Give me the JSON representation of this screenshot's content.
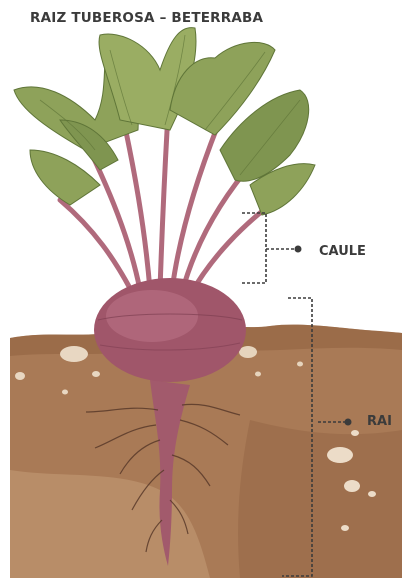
{
  "title": "RAIZ TUBEROSA – BETERRABA",
  "labels": {
    "stem": "CAULE",
    "root": "RAI"
  },
  "colors": {
    "leaf": "#8ea25a",
    "leaf_dark": "#6d8544",
    "stem": "#b06a7c",
    "beet": "#a0566a",
    "soil": "#a97a56",
    "soil_light": "#c9a37f",
    "text": "#3b3b3b"
  }
}
